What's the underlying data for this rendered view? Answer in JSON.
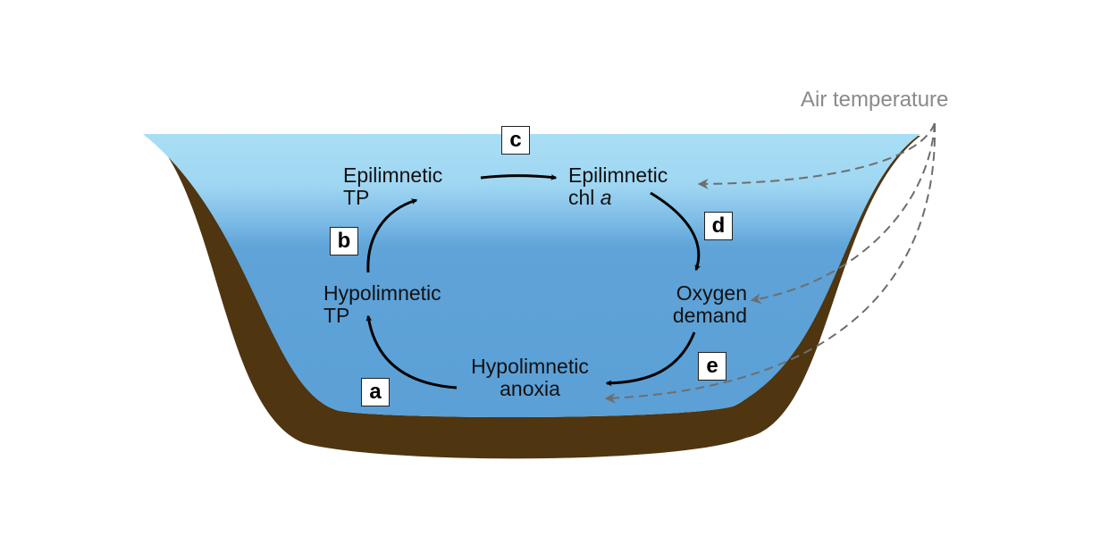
{
  "driver": {
    "label": "Air temperature"
  },
  "nodes": {
    "epi_tp": {
      "line1": "Epilimnetic",
      "line2": "TP"
    },
    "epi_chl": {
      "line1": "Epilimnetic",
      "line2_a": "chl",
      "line2_b": "a"
    },
    "oxygen": {
      "line1": "Oxygen",
      "line2": "demand"
    },
    "anoxia": {
      "line1": "Hypolimnetic",
      "line2": "anoxia"
    },
    "hypo_tp": {
      "line1": "Hypolimnetic",
      "line2": "TP"
    }
  },
  "links": {
    "a": "a",
    "b": "b",
    "c": "c",
    "d": "d",
    "e": "e"
  },
  "colors": {
    "water_surface": "#a9def5",
    "water_deep": "#5fa3d8",
    "sediment": "#4f3510",
    "cycle_arrow": "#000000",
    "driver_arrow": "#6e6e6e",
    "driver_text": "#8a8a8a"
  }
}
